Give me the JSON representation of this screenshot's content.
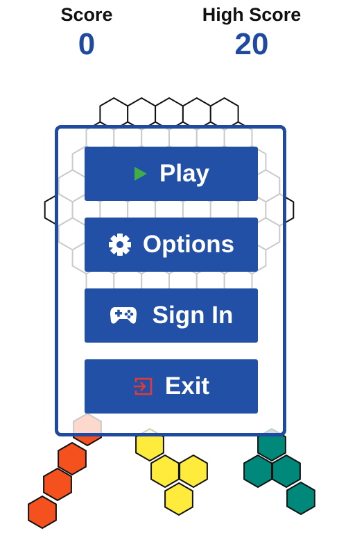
{
  "hud": {
    "score_label": "Score",
    "score_value": "0",
    "high_score_label": "High Score",
    "high_score_value": "20"
  },
  "menu": {
    "play_label": "Play",
    "options_label": "Options",
    "signin_label": "Sign In",
    "exit_label": "Exit"
  },
  "icons": {
    "play": "play-icon",
    "options": "gear-icon",
    "signin": "gamepad-icon",
    "exit": "exit-icon"
  },
  "colors": {
    "accent": "#1f4aa0",
    "button": "#2150a6",
    "play_icon": "#3fae49",
    "exit_icon": "#e53935",
    "piece_orange": "#f4511e",
    "piece_yellow": "#ffeb3b",
    "piece_teal": "#00897b"
  }
}
